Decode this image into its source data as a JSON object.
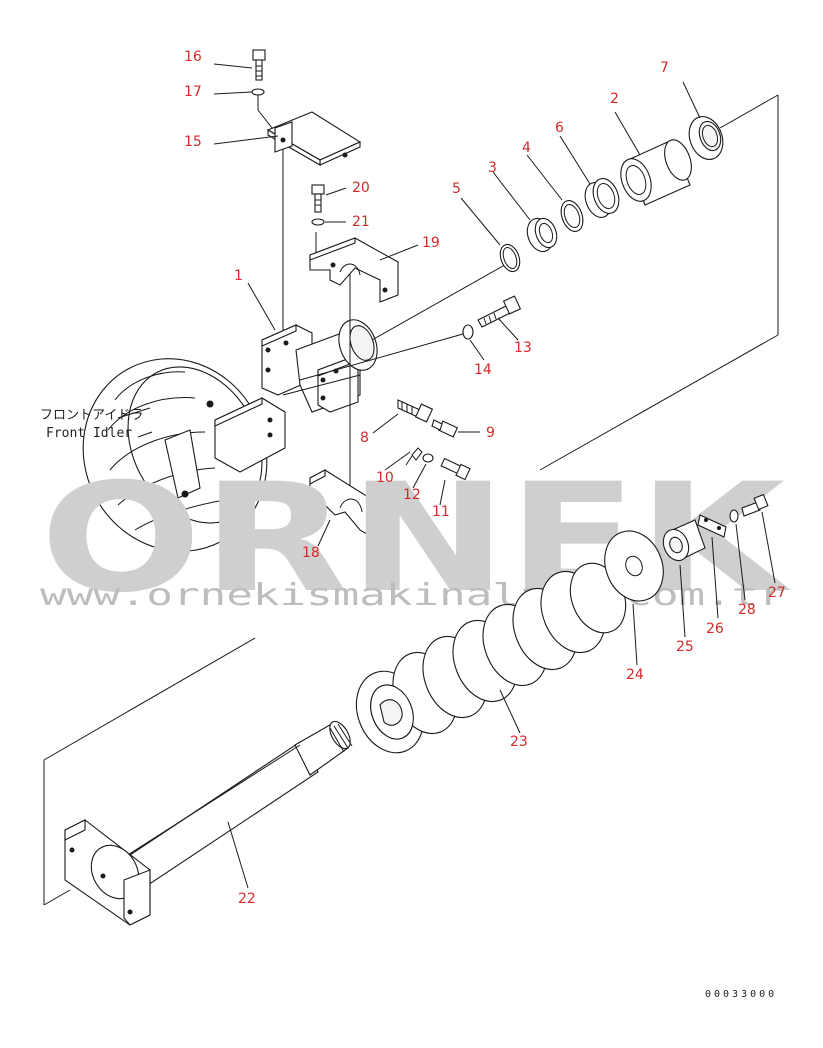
{
  "watermark": {
    "brand": "ORNEK",
    "url": "www.ornekismakinalari.com.tr"
  },
  "idler_label": {
    "jp": "フロントアイドラ",
    "en": "Front Idler"
  },
  "drawing_code": "00033000",
  "callouts": [
    {
      "id": "c1",
      "text": "1"
    },
    {
      "id": "c2",
      "text": "2"
    },
    {
      "id": "c3",
      "text": "3"
    },
    {
      "id": "c4",
      "text": "4"
    },
    {
      "id": "c5",
      "text": "5"
    },
    {
      "id": "c6",
      "text": "6"
    },
    {
      "id": "c7",
      "text": "7"
    },
    {
      "id": "c8",
      "text": "8"
    },
    {
      "id": "c9",
      "text": "9"
    },
    {
      "id": "c10",
      "text": "10"
    },
    {
      "id": "c11",
      "text": "11"
    },
    {
      "id": "c12",
      "text": "12"
    },
    {
      "id": "c13",
      "text": "13"
    },
    {
      "id": "c14",
      "text": "14"
    },
    {
      "id": "c15",
      "text": "15"
    },
    {
      "id": "c16",
      "text": "16"
    },
    {
      "id": "c17",
      "text": "17"
    },
    {
      "id": "c18",
      "text": "18"
    },
    {
      "id": "c19",
      "text": "19"
    },
    {
      "id": "c20",
      "text": "20"
    },
    {
      "id": "c21",
      "text": "21"
    },
    {
      "id": "c22",
      "text": "22"
    },
    {
      "id": "c23",
      "text": "23"
    },
    {
      "id": "c24",
      "text": "24"
    },
    {
      "id": "c25",
      "text": "25"
    },
    {
      "id": "c26",
      "text": "26"
    },
    {
      "id": "c27",
      "text": "27"
    },
    {
      "id": "c28",
      "text": "28"
    }
  ]
}
